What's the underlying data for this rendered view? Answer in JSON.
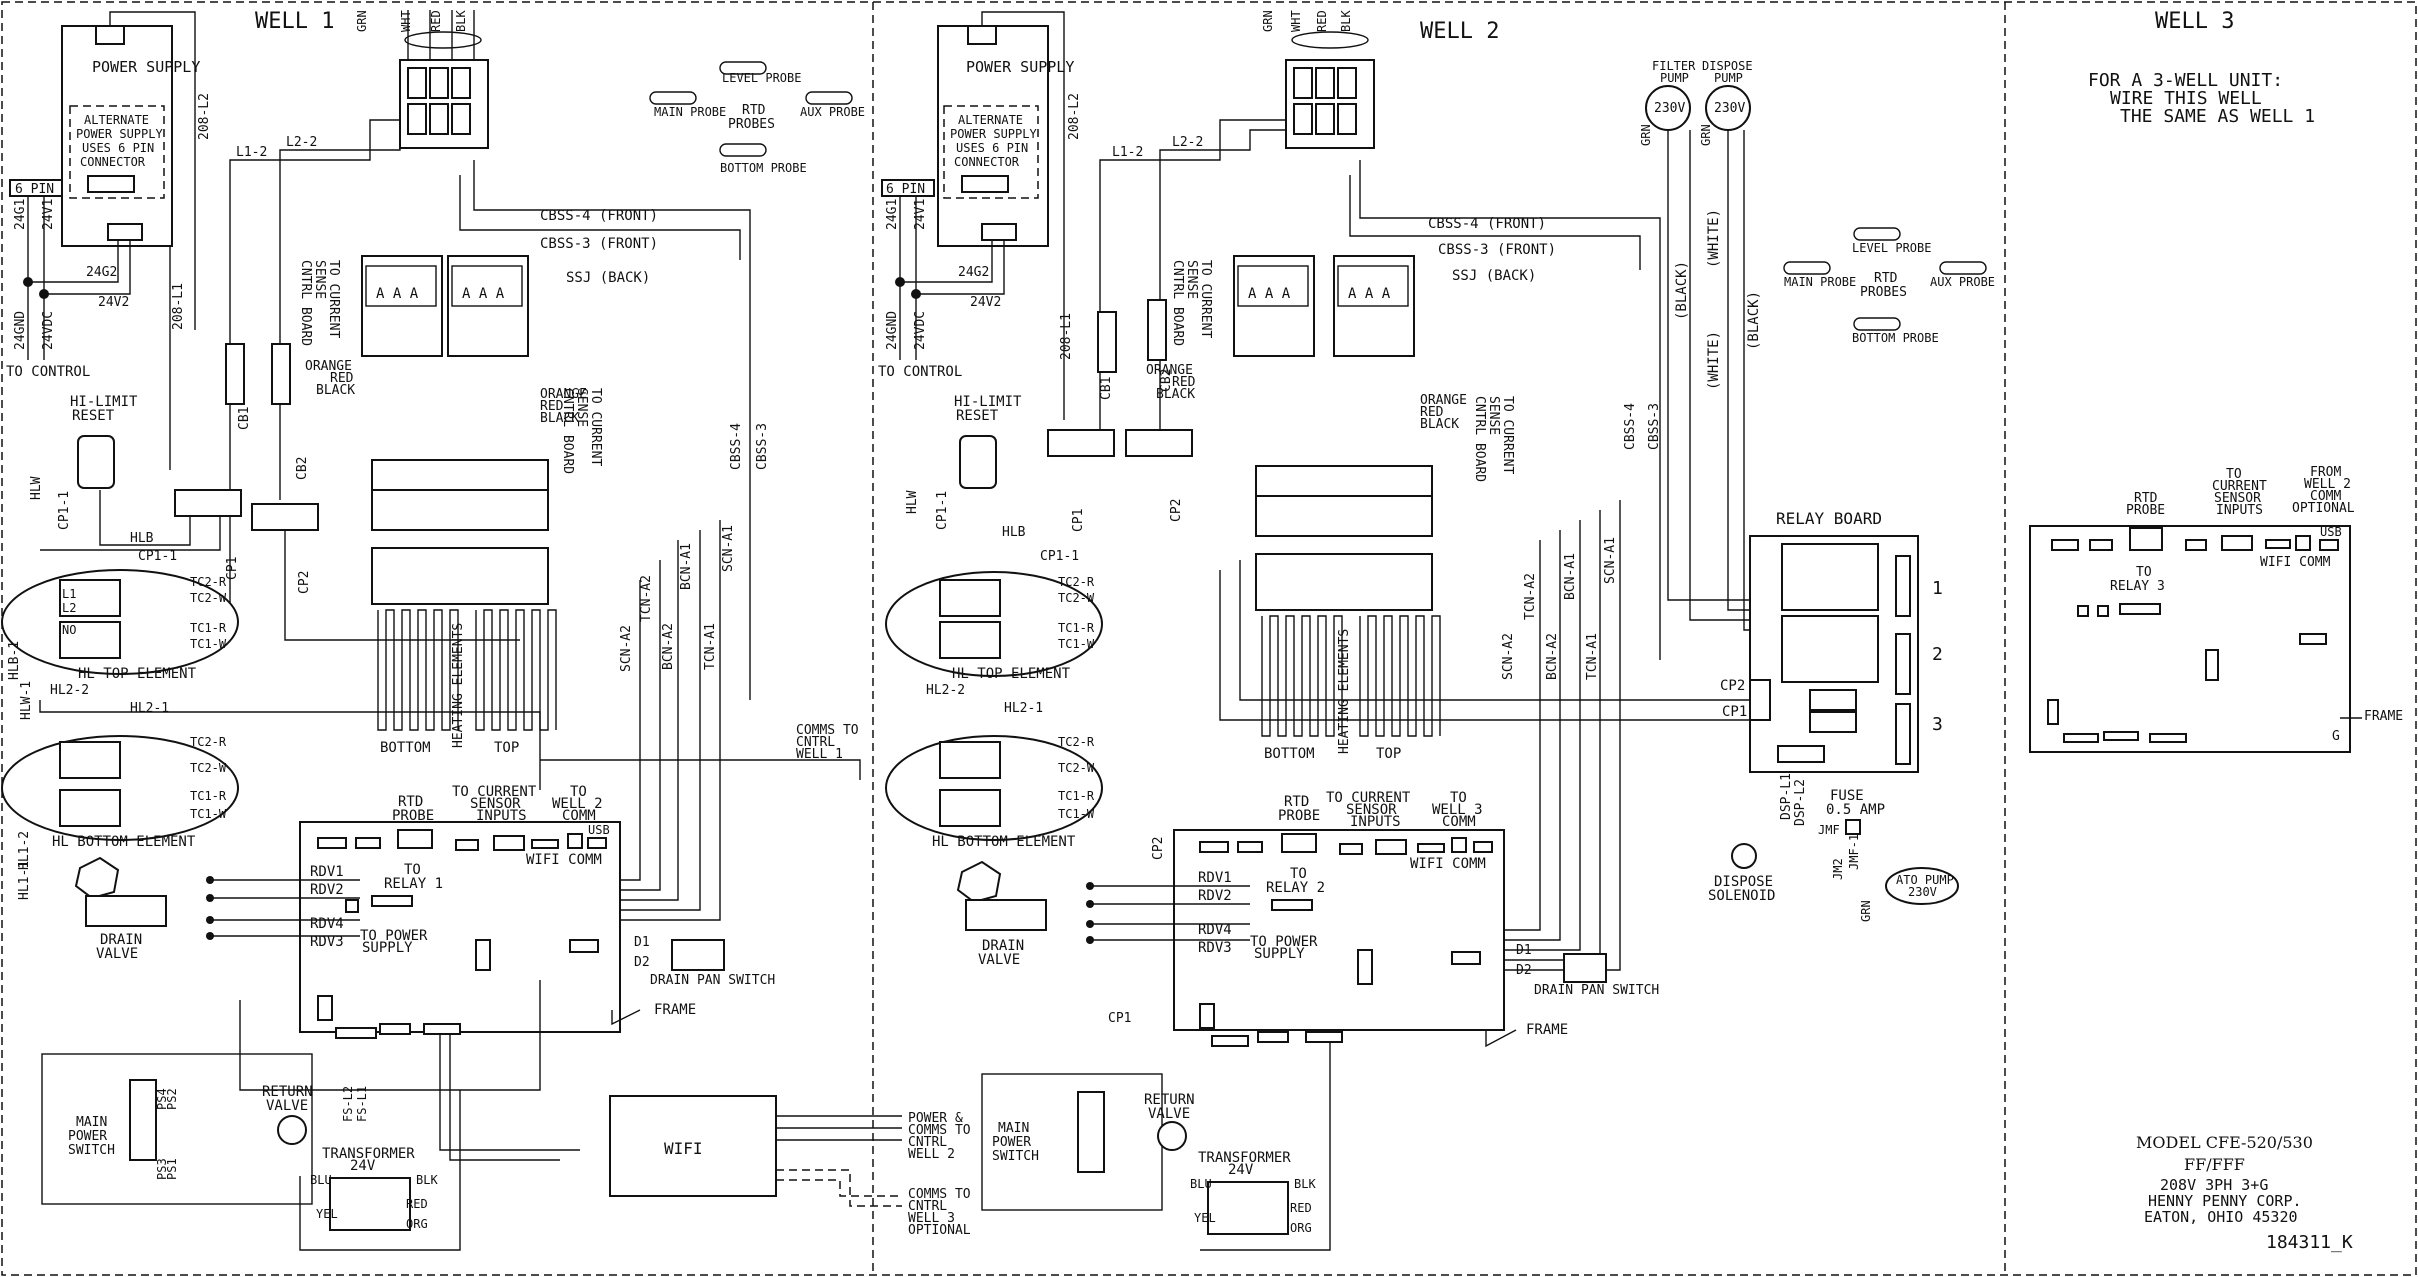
{
  "wells": [
    {
      "title": "WELL 1",
      "power_supply": "POWER SUPPLY",
      "alt_supply": [
        "ALTERNATE",
        "POWER SUPPLY",
        "USES 6 PIN",
        "CONNECTOR"
      ],
      "six_pin": "6 PIN",
      "v24g1": "24G1",
      "v24v1": "24V1",
      "v24g2": "24G2",
      "v24v2": "24V2",
      "v24gnd": "24GND",
      "v24vdc": "24VDC",
      "to_control": "TO CONTROL",
      "hi_limit": [
        "HI-LIMIT",
        "RESET"
      ],
      "cb1": "CB1",
      "cb2": "CB2",
      "l12": "L1-2",
      "l22": "L2-2",
      "w208": "208-L2",
      "w208b": "208-L1",
      "cbss4": "CBSS-4 (FRONT)",
      "cbss3": "CBSS-3 (FRONT)",
      "ssj": "SSJ (BACK)",
      "to_current": [
        "TO CURRENT",
        "SENSE",
        "CNTRL BOARD"
      ],
      "orange": "ORANGE",
      "red": "RED",
      "black": "BLACK",
      "hl_top": "HL TOP ELEMENT",
      "hl_bottom": "HL BOTTOM ELEMENT",
      "hl22": "HL2-2",
      "hl21": "HL2-1",
      "cp11": "CP1-1",
      "hlb": "HLB",
      "hlw": "HLW",
      "heating": "HEATING ELEMENTS",
      "bottom": "BOTTOM",
      "top": "TOP",
      "rtd_probe": [
        "RTD",
        "PROBE"
      ],
      "to_current_inputs": [
        "TO CURRENT",
        "SENSOR",
        "INPUTS"
      ],
      "to_well": [
        "TO",
        "WELL 2",
        "COMM"
      ],
      "wifi_comm": "WIFI COMM",
      "usb": "USB",
      "to_relay": [
        "TO",
        "RELAY 1"
      ],
      "to_power_supply": [
        "TO POWER",
        "SUPPLY"
      ],
      "rdv1": "RDV1",
      "rdv2": "RDV2",
      "rdv4": "RDV4",
      "rdv3": "RDV3",
      "drain_valve": [
        "DRAIN",
        "VALVE"
      ],
      "drain_pan": "DRAIN PAN SWITCH",
      "d1": "D1",
      "d2": "D2",
      "frame": "FRAME",
      "return_valve": [
        "RETURN",
        "VALVE"
      ],
      "transformer": [
        "TRANSFORMER",
        "24V"
      ],
      "main_power": [
        "MAIN",
        "POWER",
        "SWITCH"
      ],
      "blu": "BLU",
      "blk": "BLK",
      "yel": "YEL",
      "red_t": "RED",
      "org": "ORG",
      "wire_colors": [
        "GRN",
        "WHT",
        "RED",
        "BLK"
      ],
      "probe_labels": {
        "level": "LEVEL PROBE",
        "main": "MAIN PROBE",
        "rtd": [
          "RTD",
          "PROBES"
        ],
        "aux": "AUX PROBE",
        "bottom": "BOTTOM PROBE"
      }
    },
    {
      "title": "WELL 2",
      "to_well": [
        "TO",
        "WELL 3",
        "COMM"
      ],
      "to_relay": [
        "TO",
        "RELAY 2"
      ]
    }
  ],
  "wifi": {
    "label": "WIFI",
    "power_comms": [
      "POWER &",
      "COMMS TO",
      "CNTRL",
      "WELL 2"
    ],
    "comms_well3": [
      "COMMS TO",
      "CNTRL",
      "WELL 3",
      "OPTIONAL"
    ],
    "comms_well1": [
      "COMMS TO",
      "CNTRL",
      "WELL 1"
    ]
  },
  "pumps": {
    "filter": [
      "FILTER",
      "PUMP"
    ],
    "dispose": [
      "DISPOSE",
      "PUMP"
    ],
    "v230": "230V",
    "grn": "GRN",
    "black": "(BLACK)",
    "white": "(WHITE)"
  },
  "relay_board": {
    "title": "RELAY BOARD",
    "n1": "1",
    "n2": "2",
    "n3": "3",
    "cp1": "CP1",
    "cp2": "CP2"
  },
  "fuse": [
    "FUSE",
    "0.5 AMP"
  ],
  "jmf": "JMF",
  "jm2": "JM2",
  "ato_pump": [
    "ATO PUMP",
    "230V"
  ],
  "dispose_solenoid": [
    "DISPOSE",
    "SOLENOID"
  ],
  "dsp_l1": "DSP-L1",
  "dsp_l2": "DSP-L2",
  "well3": {
    "title": "WELL 3",
    "note": [
      "FOR A 3-WELL UNIT:",
      "WIRE THIS WELL",
      "THE SAME AS WELL 1"
    ],
    "rtd_probe": [
      "RTD",
      "PROBE"
    ],
    "to_current": [
      "TO",
      "CURRENT",
      "SENSOR",
      "INPUTS"
    ],
    "from_well": [
      "FROM",
      "WELL 2",
      "COMM",
      "OPTIONAL"
    ],
    "wifi_comm": "WIFI COMM",
    "usb": "USB",
    "to_relay": [
      "TO",
      "RELAY 3"
    ],
    "frame": "FRAME",
    "g": "G"
  },
  "title_block": {
    "model": "MODEL CFE-520/530",
    "ff": "FF/FFF",
    "volt": "208V 3PH 3+G",
    "company": "HENNY PENNY CORP.",
    "city": "EATON, OHIO 45320",
    "drawing_no": "184311_K"
  }
}
